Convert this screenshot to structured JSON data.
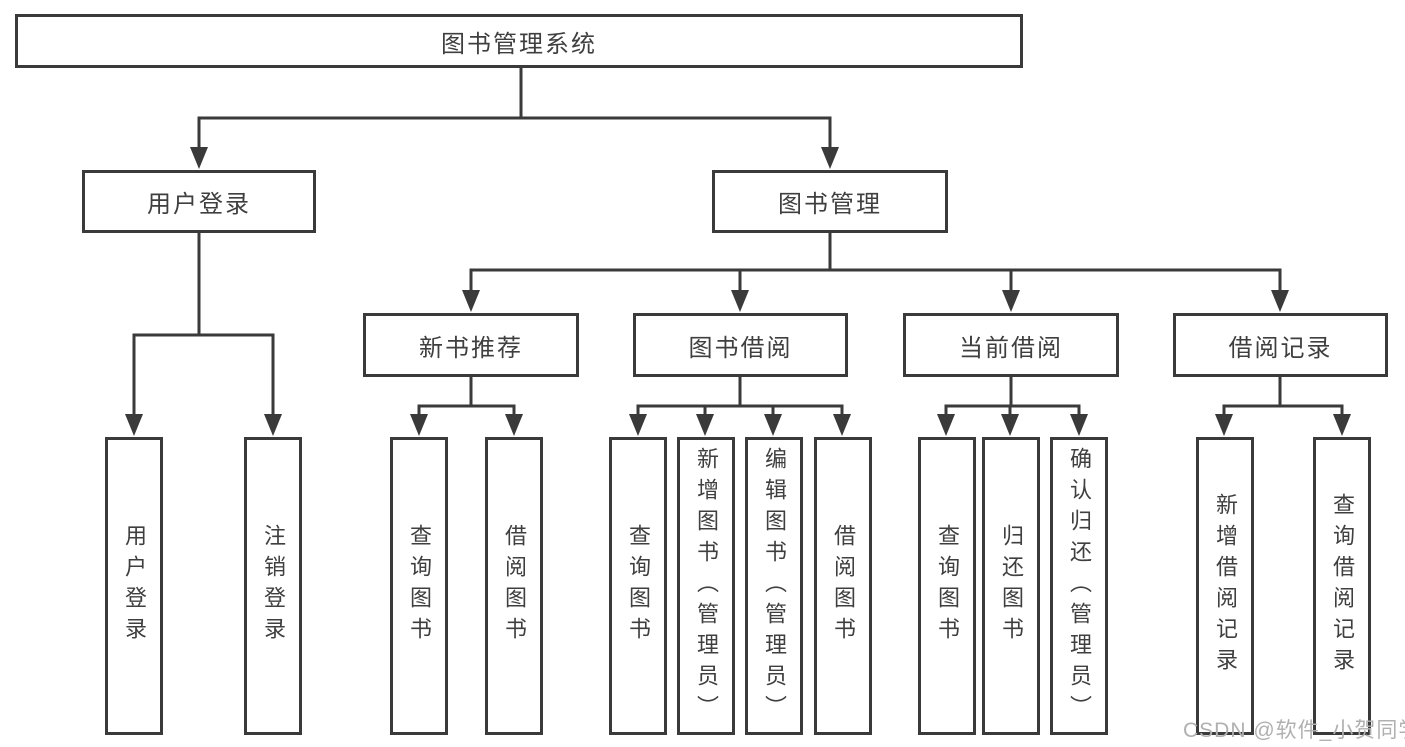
{
  "colors": {
    "line": "#3a3a3a",
    "text": "#3f3f3f",
    "watermark": "#b0b0b0",
    "background": "#ffffff"
  },
  "tree": {
    "root": {
      "label": "图书管理系统"
    },
    "branches": [
      {
        "label": "用户登录",
        "children": [
          "用户登录",
          "注销登录"
        ]
      },
      {
        "label": "图书管理",
        "groups": [
          {
            "label": "新书推荐",
            "children": [
              "查询图书",
              "借阅图书"
            ]
          },
          {
            "label": "图书借阅",
            "children": [
              "查询图书",
              "新增图书（管理员）",
              "编辑图书（管理员）",
              "借阅图书"
            ]
          },
          {
            "label": "当前借阅",
            "children": [
              "查询图书",
              "归还图书",
              "确认归还（管理员）"
            ]
          },
          {
            "label": "借阅记录",
            "children": [
              "新增借阅记录",
              "查询借阅记录"
            ]
          }
        ]
      }
    ]
  },
  "watermark": {
    "text": "CSDN @软件_小贺同学"
  }
}
